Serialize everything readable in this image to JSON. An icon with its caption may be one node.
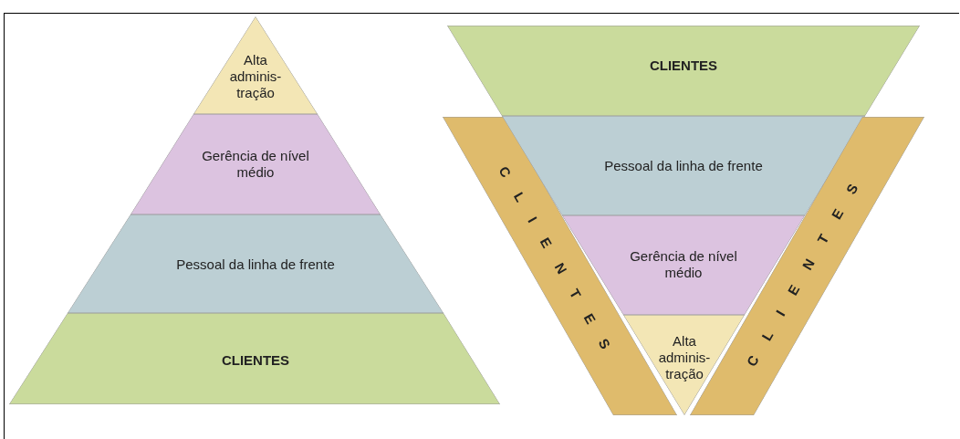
{
  "diagram": {
    "nodes": [
      {
        "text": [
          "Alta adminis- tração"
        ]
      },
      {
        "text": [
          "Gerência de nível médio"
        ]
      },
      {
        "text": [
          "Pessoal da linha de frente"
        ]
      },
      {
        "text": [
          "CLIENTES"
        ]
      },
      {
        "text": [
          "CLIENTES"
        ]
      },
      {
        "text": [
          "CLIENTES"
        ]
      },
      {
        "text": [
          "Pessoal da linha de frente"
        ]
      },
      {
        "text": [
          "Gerência de nível médio"
        ]
      },
      {
        "text": [
          "Alta adminis- tração"
        ]
      },
      {
        "text": [
          "CLIENTES"
        ]
      }
    ]
  }
}
